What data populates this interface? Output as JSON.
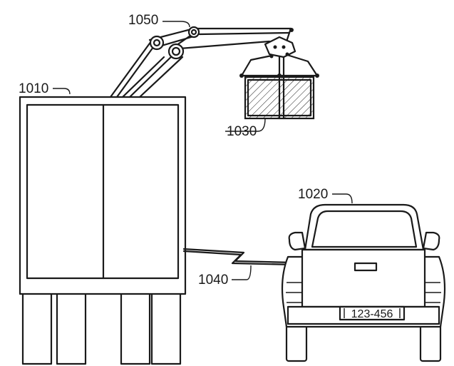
{
  "labels": {
    "tower": "1010",
    "truck": "1020",
    "package": "1030",
    "link": "1040",
    "arm": "1050"
  },
  "license_plate": "123-456",
  "colors": {
    "ink": "#1a1a1a",
    "background": "#ffffff"
  }
}
